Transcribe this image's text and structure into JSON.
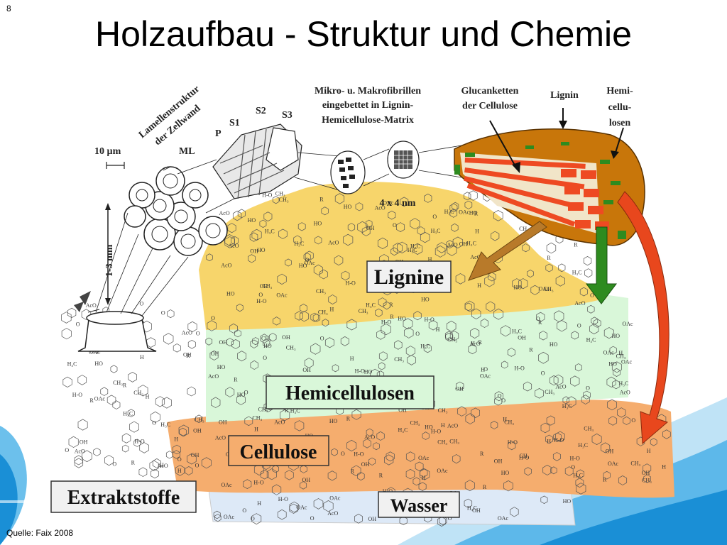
{
  "slide_number": "8",
  "title": "Holzaufbau - Struktur und Chemie",
  "source": "Quelle: Faix 2008",
  "labels": {
    "lamellen": [
      "Lamellenstruktur",
      "der Zellwand"
    ],
    "ml": "ML",
    "p": "P",
    "s1": "S1",
    "s2": "S2",
    "s3": "S3",
    "scale_10um": "10 µm",
    "scale_mm": "1-3 mm",
    "fibrils": [
      "Mikro- u. Makrofibrillen",
      "eingebettet in Lignin-",
      "Hemicellulose-Matrix"
    ],
    "size_4x4": "4 x 4 nm",
    "glucan": [
      "Glucanketten",
      "der Cellulose"
    ],
    "lignin": "Lignin",
    "hemi": [
      "Hemi-",
      "cellu-",
      "losen"
    ]
  },
  "boxes": {
    "lignine": "Lignine",
    "hemicellulosen": "Hemicellulosen",
    "cellulose": "Cellulose",
    "extraktstoffe": "Extraktstoffe",
    "wasser": "Wasser"
  },
  "colors": {
    "lignin_layer": "#f7d56b",
    "hemi_layer": "#d9f7d9",
    "cellulose_layer": "#f5ad6e",
    "water_layer": "#dde9f7",
    "wood_brown": "#c8760a",
    "fibril_red": "#ee4a22",
    "arrow_green": "#2e8b1f",
    "arrow_brown": "#b87a2a",
    "arrow_red": "#e8471d",
    "bg_blue": "#1a8fd6"
  },
  "chem_labels": [
    "OH",
    "HO",
    "O",
    "H",
    "R",
    "OAc",
    "AcO",
    "H₃C",
    "H-O",
    "CH₃"
  ]
}
